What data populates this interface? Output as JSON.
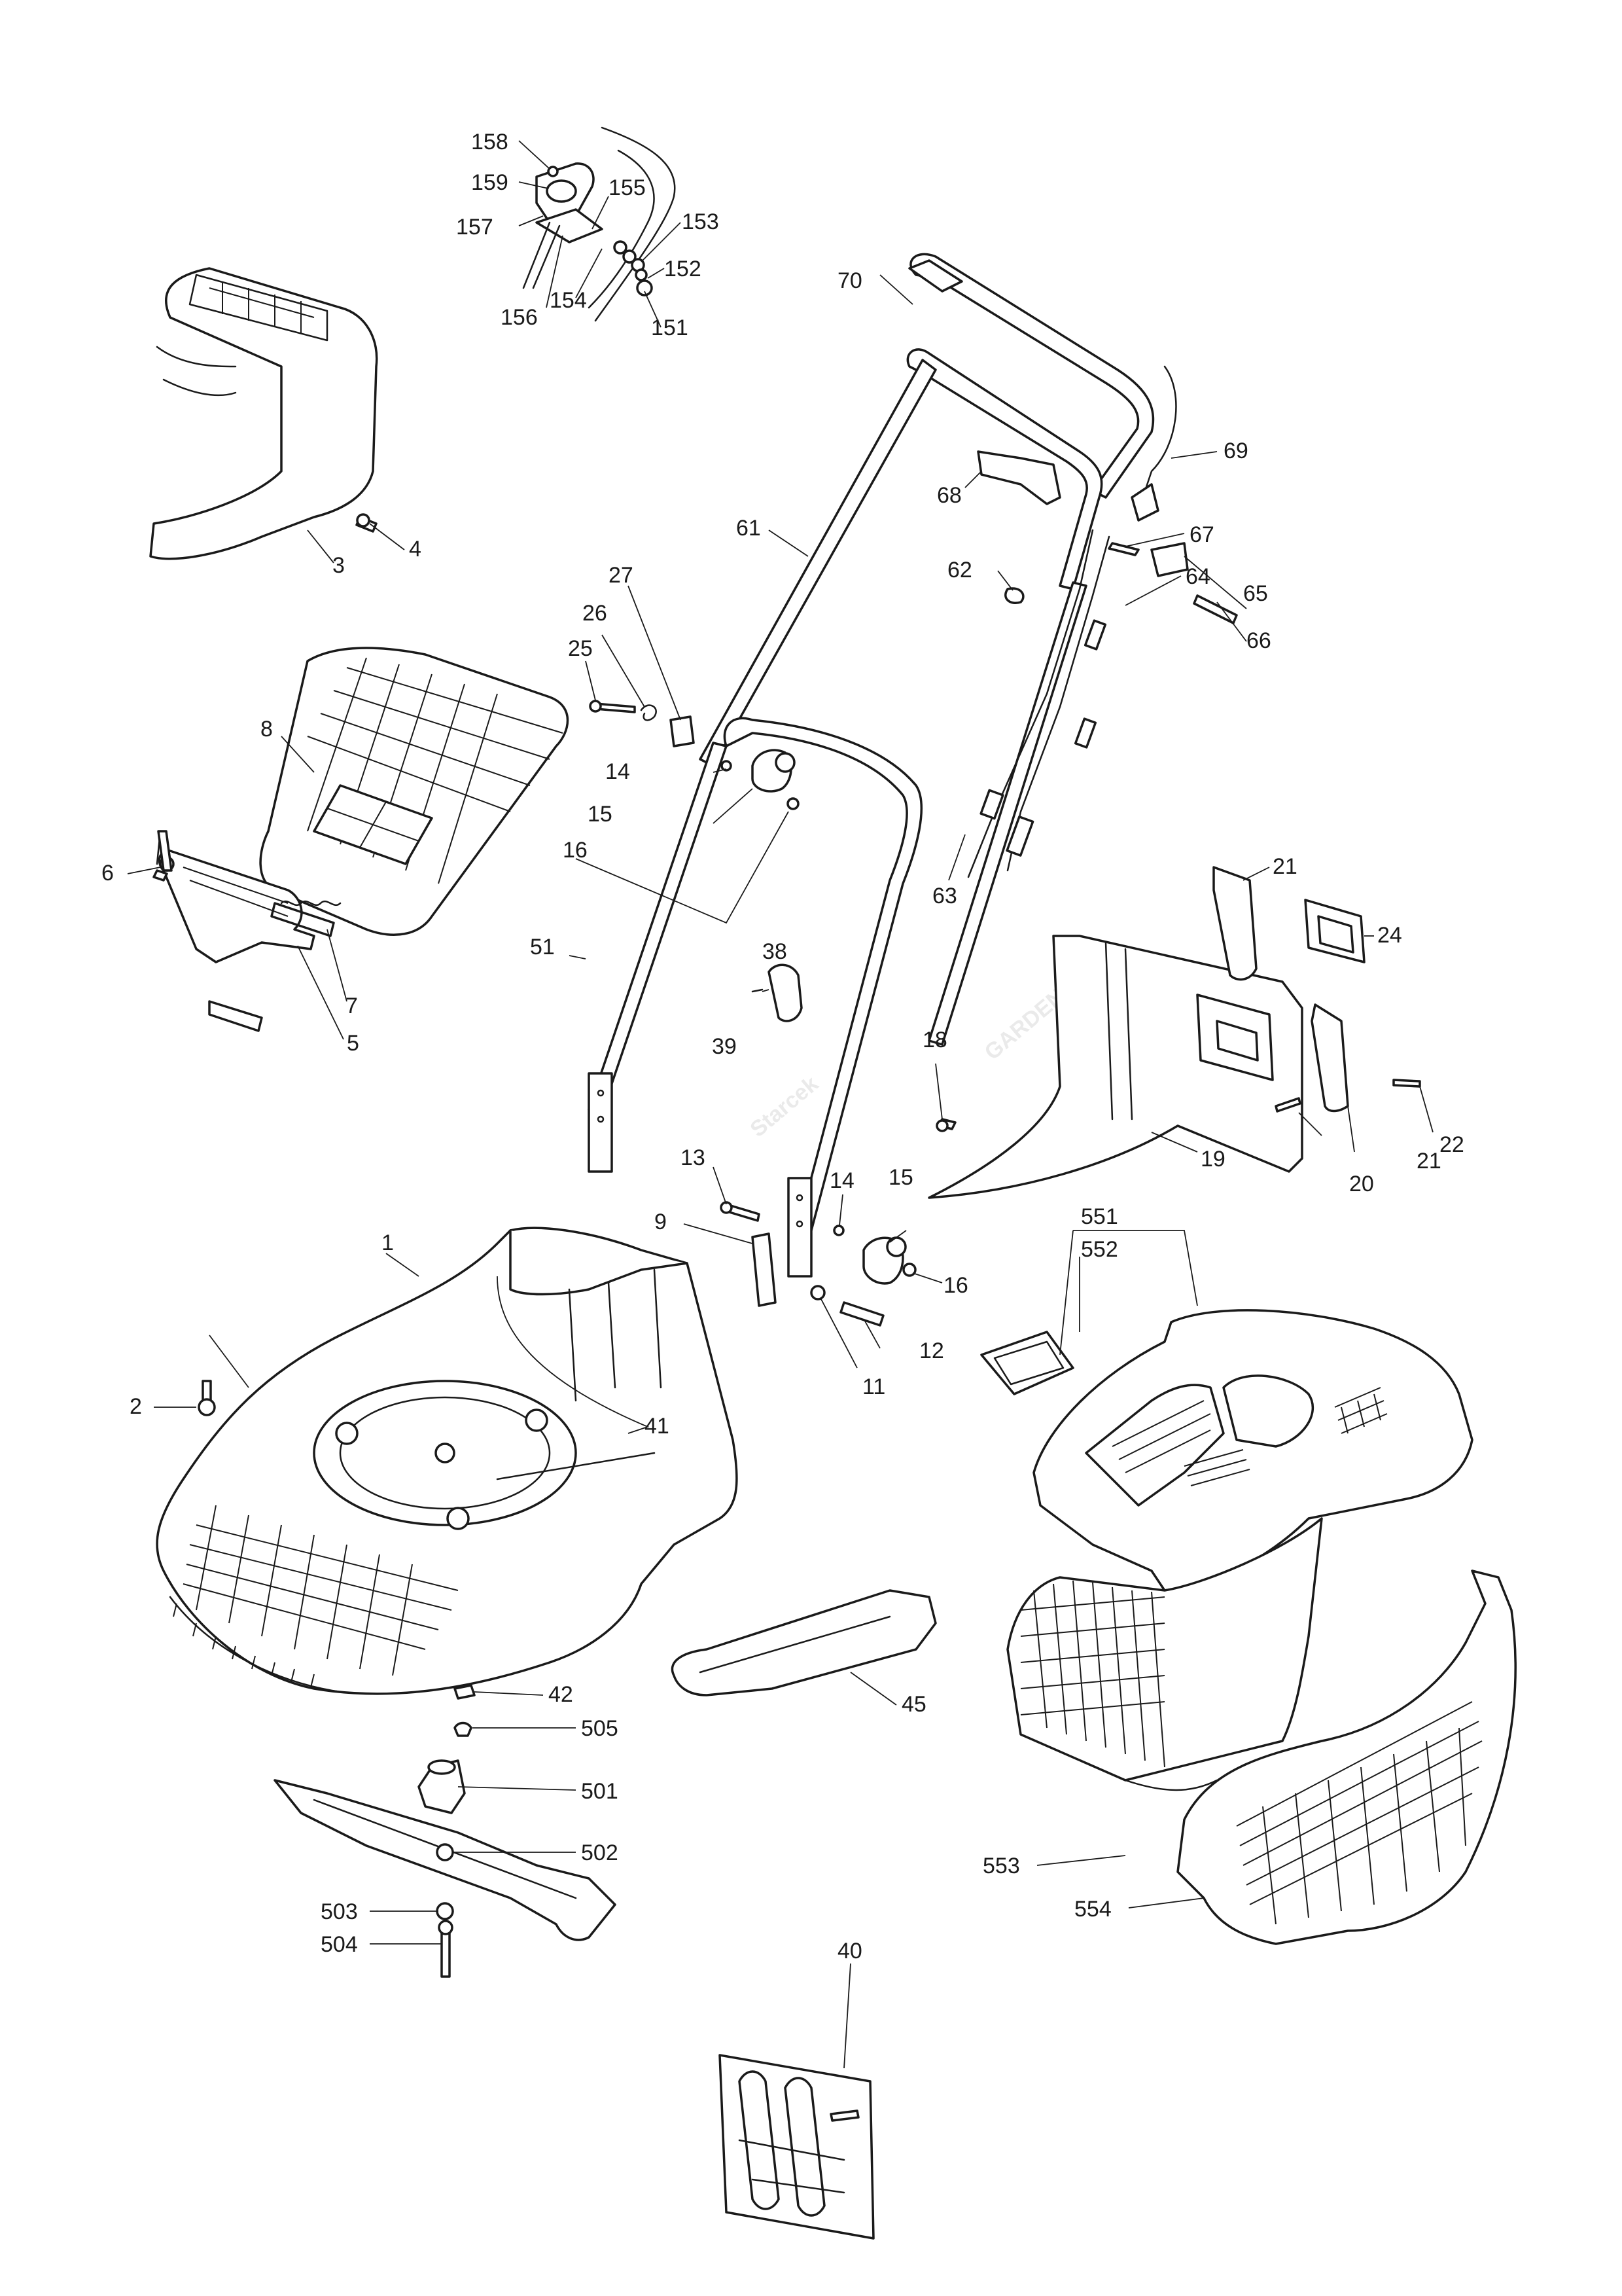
{
  "watermark": {
    "brand": "Starcek",
    "sub": "GARDEN"
  },
  "callouts": [
    {
      "id": "c158",
      "label": "158"
    },
    {
      "id": "c159",
      "label": "159"
    },
    {
      "id": "c157",
      "label": "157"
    },
    {
      "id": "c155",
      "label": "155"
    },
    {
      "id": "c153",
      "label": "153"
    },
    {
      "id": "c152",
      "label": "152"
    },
    {
      "id": "c151",
      "label": "151"
    },
    {
      "id": "c154",
      "label": "154"
    },
    {
      "id": "c156",
      "label": "156"
    },
    {
      "id": "c70",
      "label": "70"
    },
    {
      "id": "c69",
      "label": "69"
    },
    {
      "id": "c68",
      "label": "68"
    },
    {
      "id": "c67",
      "label": "67"
    },
    {
      "id": "c61",
      "label": "61"
    },
    {
      "id": "c62",
      "label": "62"
    },
    {
      "id": "c64",
      "label": "64"
    },
    {
      "id": "c65",
      "label": "65"
    },
    {
      "id": "c66",
      "label": "66"
    },
    {
      "id": "c63",
      "label": "63"
    },
    {
      "id": "c3",
      "label": "3"
    },
    {
      "id": "c4",
      "label": "4"
    },
    {
      "id": "c27",
      "label": "27"
    },
    {
      "id": "c26",
      "label": "26"
    },
    {
      "id": "c25",
      "label": "25"
    },
    {
      "id": "c8",
      "label": "8"
    },
    {
      "id": "c14a",
      "label": "14"
    },
    {
      "id": "c15a",
      "label": "15"
    },
    {
      "id": "c16a",
      "label": "16"
    },
    {
      "id": "c6",
      "label": "6"
    },
    {
      "id": "c7",
      "label": "7"
    },
    {
      "id": "c5",
      "label": "5"
    },
    {
      "id": "c51",
      "label": "51"
    },
    {
      "id": "c38",
      "label": "38"
    },
    {
      "id": "c39",
      "label": "39"
    },
    {
      "id": "c21a",
      "label": "21"
    },
    {
      "id": "c24",
      "label": "24"
    },
    {
      "id": "c18",
      "label": "18"
    },
    {
      "id": "c19",
      "label": "19"
    },
    {
      "id": "c20",
      "label": "20"
    },
    {
      "id": "c21b",
      "label": "21"
    },
    {
      "id": "c22",
      "label": "22"
    },
    {
      "id": "c13",
      "label": "13"
    },
    {
      "id": "c9",
      "label": "9"
    },
    {
      "id": "c14b",
      "label": "14"
    },
    {
      "id": "c15b",
      "label": "15"
    },
    {
      "id": "c16b",
      "label": "16"
    },
    {
      "id": "c12",
      "label": "12"
    },
    {
      "id": "c11",
      "label": "11"
    },
    {
      "id": "c1",
      "label": "1"
    },
    {
      "id": "c2",
      "label": "2"
    },
    {
      "id": "c41",
      "label": "41"
    },
    {
      "id": "c551",
      "label": "551"
    },
    {
      "id": "c552",
      "label": "552"
    },
    {
      "id": "c42",
      "label": "42"
    },
    {
      "id": "c45",
      "label": "45"
    },
    {
      "id": "c505",
      "label": "505"
    },
    {
      "id": "c501",
      "label": "501"
    },
    {
      "id": "c502",
      "label": "502"
    },
    {
      "id": "c503",
      "label": "503"
    },
    {
      "id": "c504",
      "label": "504"
    },
    {
      "id": "c553",
      "label": "553"
    },
    {
      "id": "c554",
      "label": "554"
    },
    {
      "id": "c40",
      "label": "40"
    }
  ]
}
